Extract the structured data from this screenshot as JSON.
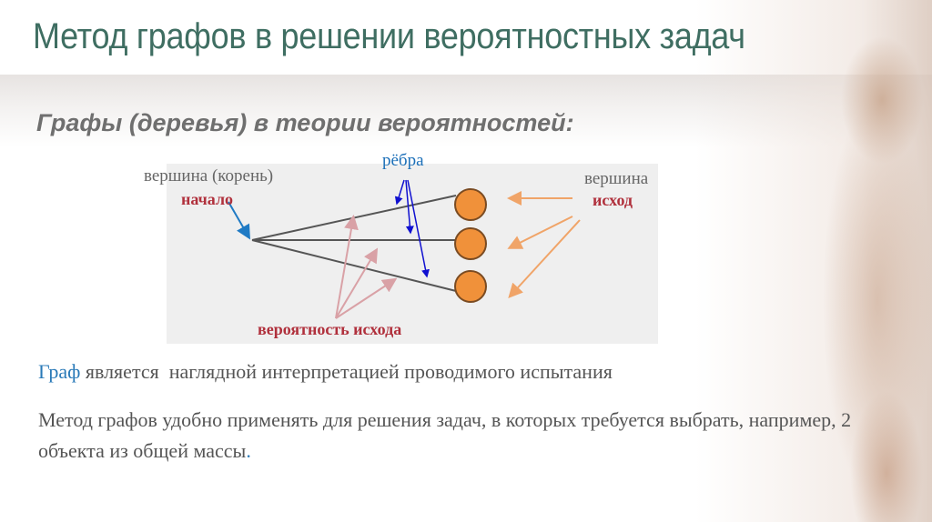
{
  "slide": {
    "title": "Метод графов в решении вероятностных задач",
    "subtitle": "Графы (деревья) в теории вероятностей:",
    "diagram": {
      "labels": {
        "root_caption": "вершина (корень)",
        "root_name": "начало",
        "edges_caption": "рёбра",
        "vertex_caption": "вершина",
        "vertex_name": "исход",
        "probability_caption": "вероятность исхода"
      },
      "outcome_nodes": 3,
      "colors": {
        "background": "#efefef",
        "edge": "#555555",
        "node_fill": "#f0913a",
        "node_stroke": "#7a4b22",
        "root_arrow": "#1f7ac4",
        "edge_arrow": "#1010d0",
        "outcome_arrow": "#f0a468",
        "probability_arrow": "#d9a1a6",
        "label_red": "#b0303c",
        "label_blue": "#1b6fb8"
      }
    },
    "paragraphs": [
      {
        "accent_word": "Граф",
        "text": " является  наглядной интерпретацией проводимого испытания"
      },
      {
        "text": "Метод графов удобно применять для решения задач, в которых требуется выбрать, например, 2 объекта из общей массы",
        "end_mark": "."
      }
    ],
    "accent_color": "#3f6e62"
  }
}
